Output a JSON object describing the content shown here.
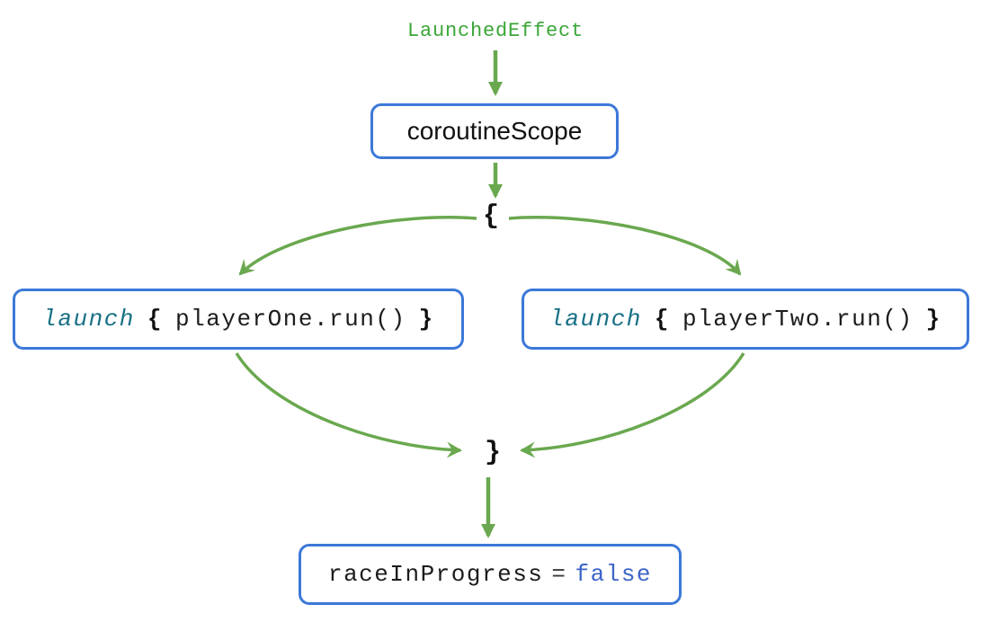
{
  "diagram": {
    "top_label": "LaunchedEffect",
    "scope_box": {
      "label": "coroutineScope"
    },
    "fork_open_brace": "{",
    "join_close_brace": "}",
    "left_box": {
      "keyword": "launch",
      "open_brace": "{",
      "code": "playerOne.run()",
      "close_brace": "}"
    },
    "right_box": {
      "keyword": "launch",
      "open_brace": "{",
      "code": "playerTwo.run()",
      "close_brace": "}"
    },
    "result_box": {
      "variable": "raceInProgress",
      "equals": "=",
      "value": "false"
    },
    "colors": {
      "arrow_green": "#6aa84f",
      "top_label_green": "#3aa637",
      "box_border_blue": "#3c78d8",
      "keyword_teal": "#177085",
      "false_value_blue": "#3c64c8",
      "code_text": "#1c1c1c",
      "background": "#ffffff"
    }
  }
}
